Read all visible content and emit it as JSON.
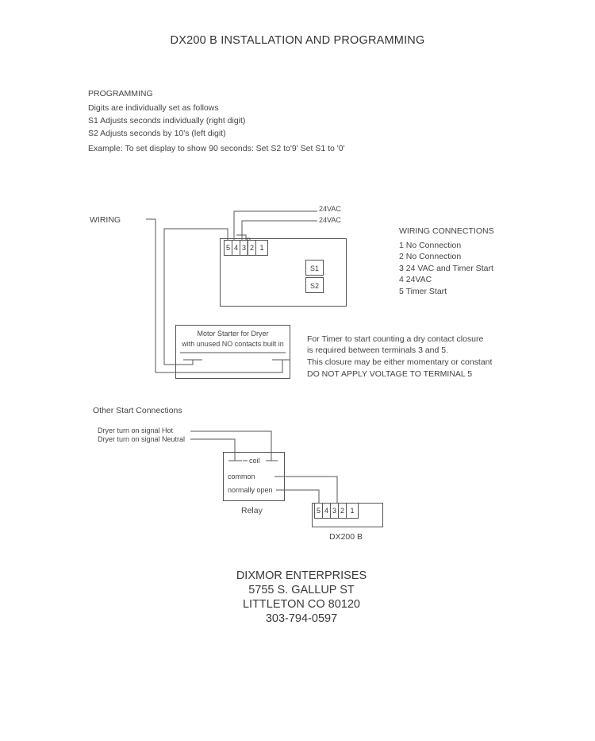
{
  "title": "DX200 B INSTALLATION AND PROGRAMMING",
  "programming": {
    "heading": "PROGRAMMING",
    "lines": [
      "Digits are individually set as follows",
      "S1 Adjusts seconds individually (right digit)",
      "S2 Adjusts seconds by 10's (left digit)",
      "Example: To set display to show 90 seconds: Set S2 to'9'  Set S1 to '0'"
    ]
  },
  "wiring": {
    "label": "WIRING",
    "supply_labels": [
      "24VAC",
      "24VAC"
    ],
    "terminals": [
      "5",
      "4",
      "3",
      "2",
      "1"
    ],
    "switches": [
      "S1",
      "S2"
    ],
    "motor_starter": [
      "Motor Starter for Dryer",
      "with unused NO contacts built in"
    ],
    "connections_heading": "WIRING CONNECTIONS",
    "connections": [
      "1  No Connection",
      "2  No Connection",
      "3  24 VAC and Timer Start",
      "4  24VAC",
      "5  Timer Start"
    ],
    "note": [
      "For Timer to start counting a dry contact closure",
      "is required between terminals 3 and 5.",
      "This closure may be either momentary or constant",
      "DO NOT APPLY VOLTAGE TO TERMINAL 5"
    ]
  },
  "other_start": {
    "heading": "Other Start Connections",
    "signals": [
      "Dryer turn on signal Hot",
      "Dryer turn on signal Neutral"
    ],
    "relay_labels": [
      "coil",
      "common",
      "normally open"
    ],
    "relay_name": "Relay",
    "terminals": [
      "5",
      "4",
      "3",
      "2",
      "1"
    ],
    "device_name": "DX200 B"
  },
  "footer": {
    "company": "DIXMOR ENTERPRISES",
    "street": "5755 S. GALLUP ST",
    "city": "LITTLETON CO 80120",
    "phone": "303-794-0597"
  }
}
